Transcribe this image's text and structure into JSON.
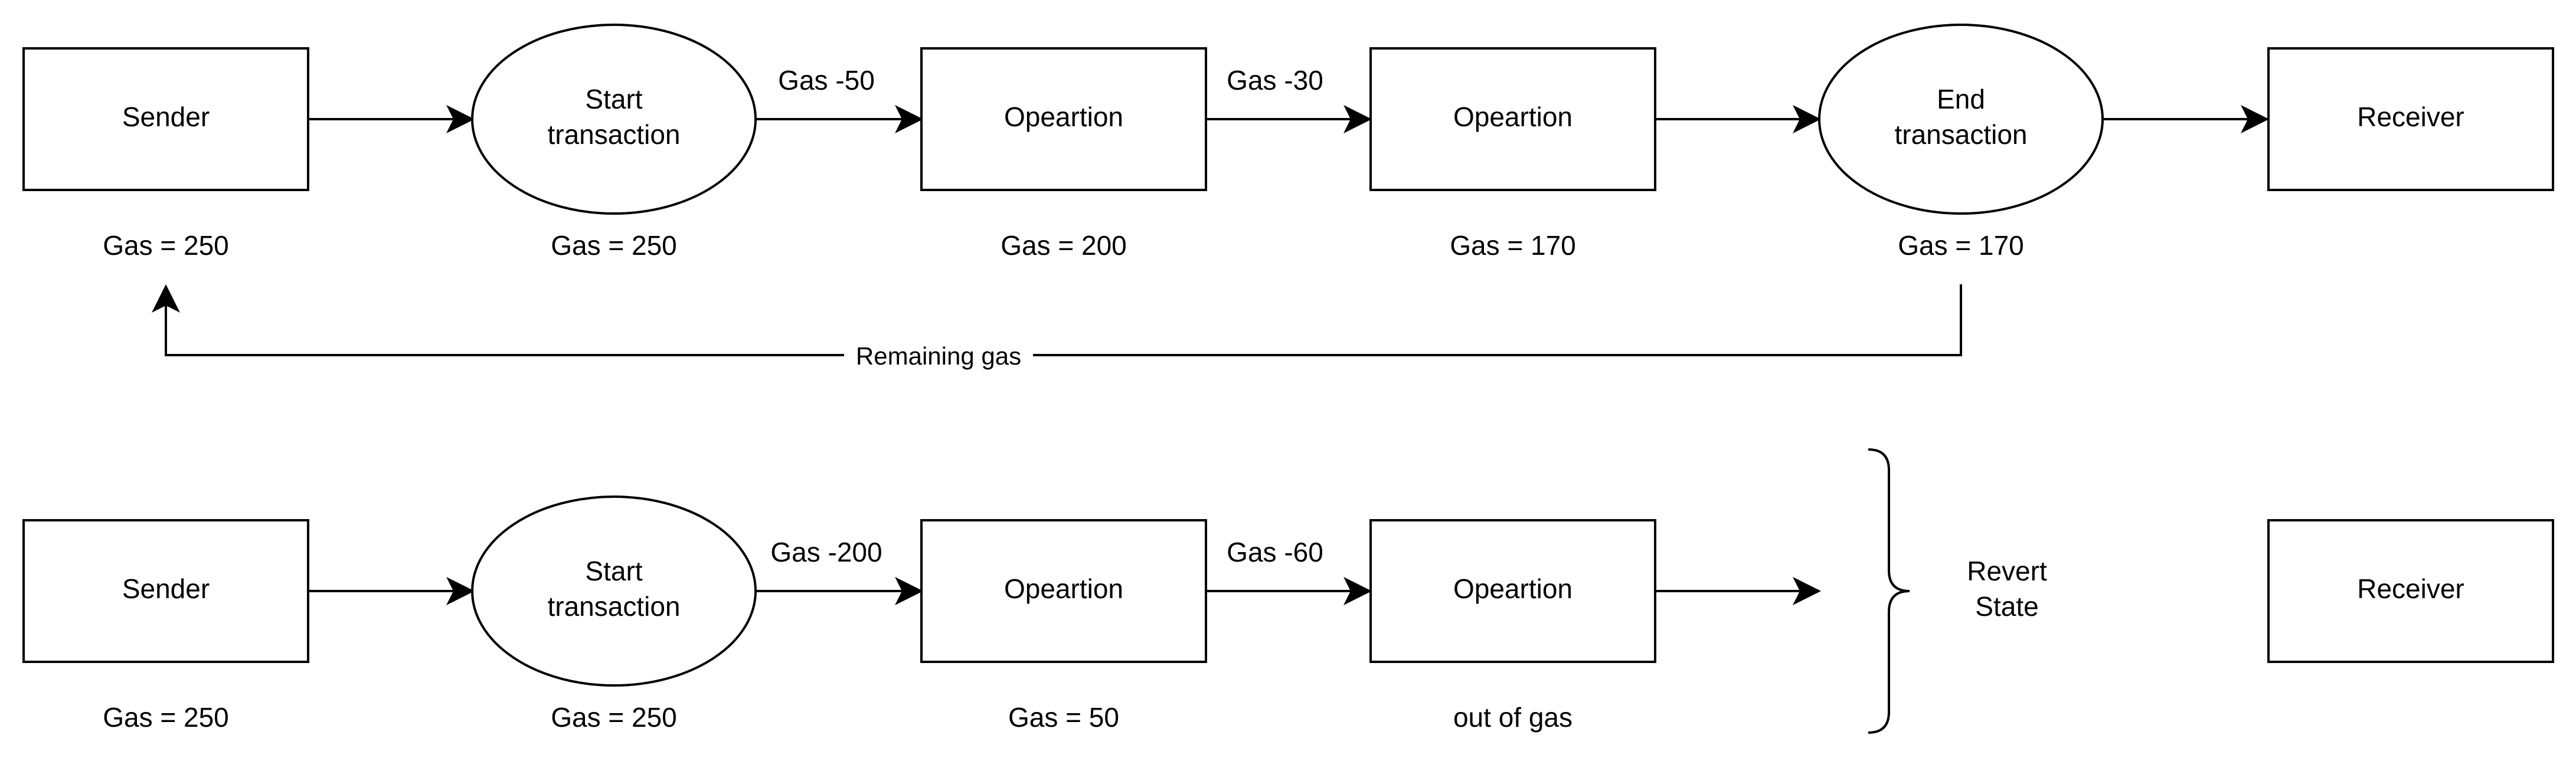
{
  "colors": {
    "stroke": "#000000",
    "fill": "#ffffff",
    "text": "#000000"
  },
  "top_flow": {
    "sender": {
      "label": "Sender",
      "gas": "Gas = 250"
    },
    "start": {
      "line1": "Start",
      "line2": "transaction",
      "gas": "Gas = 250"
    },
    "op1": {
      "label": "Opeartion",
      "gas": "Gas = 200"
    },
    "op2": {
      "label": "Opeartion",
      "gas": "Gas = 170"
    },
    "end": {
      "line1": "End",
      "line2": "transaction",
      "gas": "Gas = 170"
    },
    "receiver": {
      "label": "Receiver"
    },
    "edge_start_op1": "Gas -50",
    "edge_op1_op2": "Gas -30",
    "remaining_gas": "Remaining gas"
  },
  "bottom_flow": {
    "sender": {
      "label": "Sender",
      "gas": "Gas = 250"
    },
    "start": {
      "line1": "Start",
      "line2": "transaction",
      "gas": "Gas = 250"
    },
    "op1": {
      "label": "Opeartion",
      "gas": "Gas = 50"
    },
    "op2": {
      "label": "Opeartion",
      "gas": "out of gas"
    },
    "revert": {
      "line1": "Revert",
      "line2": "State"
    },
    "receiver": {
      "label": "Receiver"
    },
    "edge_start_op1": "Gas -200",
    "edge_op1_op2": "Gas -60"
  }
}
